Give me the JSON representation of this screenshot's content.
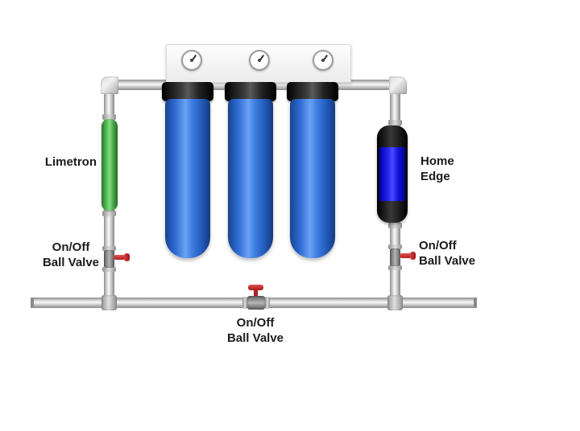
{
  "diagram": {
    "type": "plumbing-schematic",
    "labels": {
      "limetron": "Limetron",
      "home_edge": "Home Edge",
      "valve_left": "On/Off Ball Valve",
      "valve_right": "On/Off Ball Valve",
      "valve_bottom": "On/Off Ball Valve"
    },
    "components": {
      "filters": [
        "filter-housing",
        "filter-housing",
        "filter-housing"
      ],
      "gauges": [
        "pressure-gauge",
        "pressure-gauge",
        "pressure-gauge"
      ],
      "valves": [
        "ball-valve-left",
        "ball-valve-right",
        "ball-valve-bottom"
      ]
    },
    "colors": {
      "filter_body": "#2e6bd2",
      "filter_cap": "#151515",
      "limetron_green": "#5cc45c",
      "home_edge_blue": "#1414dd",
      "valve_handle_red": "#c62828",
      "pipe_gray": "#c0c0c0",
      "bracket_white": "#f4f4f4",
      "background": "#ffffff"
    }
  }
}
